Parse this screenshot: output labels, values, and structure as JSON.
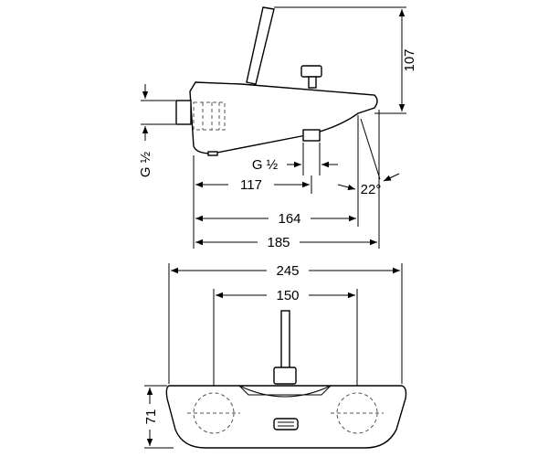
{
  "dimensions": {
    "height_total": "107",
    "thread_left": "G ½",
    "thread_inlet": "G ½",
    "length_117": "117",
    "length_164": "164",
    "length_185": "185",
    "angle": "22°",
    "width_245": "245",
    "spacing_150": "150",
    "depth_71": "71"
  }
}
